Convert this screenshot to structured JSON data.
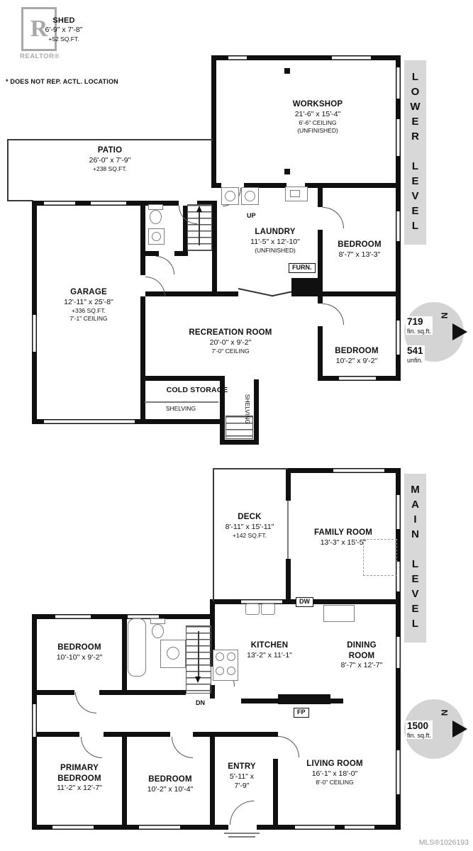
{
  "header": {
    "logo_letter": "R",
    "brand": "REALTOR®",
    "disclaimer": "* DOES NOT REP. ACTL. LOCATION",
    "shed": {
      "name": "SHED",
      "dims": "6'-9\" x 7'-8\"",
      "area": "+52 SQ.FT."
    }
  },
  "lower": {
    "banner": "LOWER LEVEL",
    "compass": {
      "n": "N",
      "fin_value": "719",
      "fin_label": "fin. sq.ft.",
      "unfin_value": "541",
      "unfin_label": "unfin."
    },
    "rooms": {
      "workshop": {
        "name": "WORKSHOP",
        "dims": "21'-6\" x 15'-4\"",
        "ceiling": "6'-6\" CEILING",
        "note": "(UNFINISHED)"
      },
      "patio": {
        "name": "PATIO",
        "dims": "26'-0\" x 7'-9\"",
        "area": "+238 SQ.FT."
      },
      "laundry": {
        "name": "LAUNDRY",
        "dims": "11'-5\" x 12'-10\"",
        "note": "(UNFINISHED)"
      },
      "bedroom_upper_right": {
        "name": "BEDROOM",
        "dims": "8'-7\" x 13'-3\""
      },
      "garage": {
        "name": "GARAGE",
        "dims": "12'-11\" x 25'-8\"",
        "area": "+336 SQ.FT.",
        "ceiling": "7'-1\" CEILING"
      },
      "recreation": {
        "name": "RECREATION ROOM",
        "dims": "20'-0\" x 9'-2\"",
        "ceiling": "7'-0\" CEILING"
      },
      "bedroom_lower_right": {
        "name": "BEDROOM",
        "dims": "10'-2\" x 9'-2\""
      },
      "cold_storage": {
        "name": "COLD STORAGE"
      }
    },
    "labels": {
      "up": "UP",
      "furn": "FURN.",
      "shelving_h": "SHELVING",
      "shelving_v": "SHELVING"
    }
  },
  "main": {
    "banner": "MAIN LEVEL",
    "compass": {
      "n": "N",
      "fin_value": "1500",
      "fin_label": "fin. sq.ft."
    },
    "rooms": {
      "deck": {
        "name": "DECK",
        "dims": "8'-11\" x 15'-11\"",
        "area": "+142 SQ.FT."
      },
      "family": {
        "name": "FAMILY ROOM",
        "dims": "13'-3\" x 15'-5\""
      },
      "bedroom_left": {
        "name": "BEDROOM",
        "dims": "10'-10\" x 9'-2\""
      },
      "kitchen": {
        "name": "KITCHEN",
        "dims": "13'-2\" x 11'-1\""
      },
      "dining": {
        "name": "DINING ROOM",
        "dims": "8'-7\" x 12'-7\""
      },
      "primary": {
        "name": "PRIMARY BEDROOM",
        "dims": "11'-2\" x 12'-7\""
      },
      "bedroom_mid": {
        "name": "BEDROOM",
        "dims": "10'-2\" x 10'-4\""
      },
      "entry": {
        "name": "ENTRY",
        "dims": "5'-11\" x 7'-9\""
      },
      "living": {
        "name": "LIVING ROOM",
        "dims": "16'-1\" x 18'-0\"",
        "ceiling": "8'-0\" CEILING"
      }
    },
    "labels": {
      "dn": "DN",
      "dw": "DW",
      "fp": "FP"
    }
  },
  "footer": {
    "mls": "MLS®1026193"
  },
  "colors": {
    "wall": "#111111",
    "banner_bg": "#d8d8d8",
    "compass_bg": "#d4d4d4",
    "muted": "#9a9a9a"
  }
}
